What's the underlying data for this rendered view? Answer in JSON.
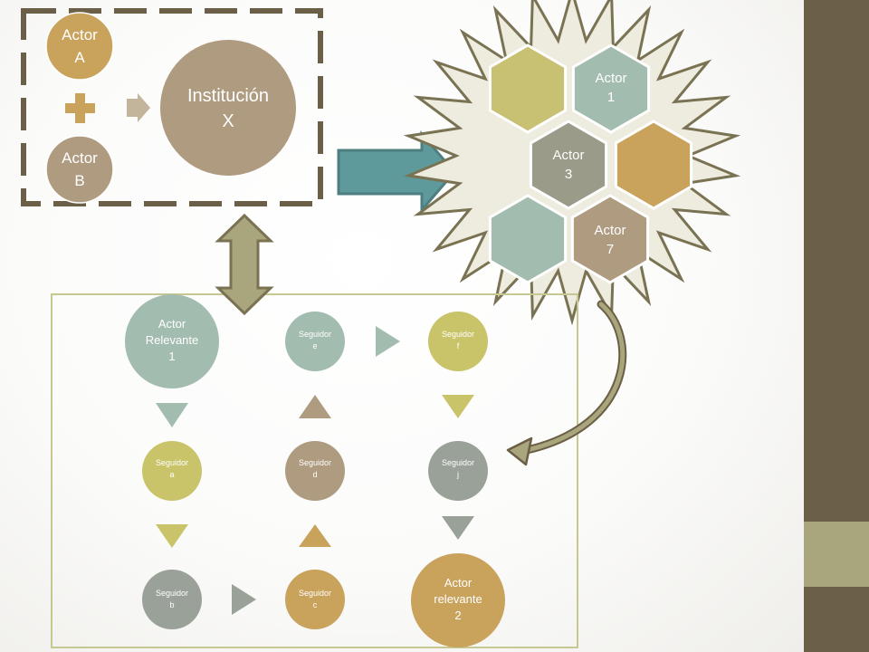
{
  "top_group": {
    "actor_a": [
      "Actor",
      "A"
    ],
    "actor_b": [
      "Actor",
      "B"
    ],
    "institution": [
      "Institución",
      "X"
    ]
  },
  "burst": {
    "hexes": [
      {
        "lines": [],
        "color": "#c9c172"
      },
      {
        "lines": [
          "Actor",
          "1"
        ],
        "color": "#a3bcb0"
      },
      {
        "lines": [
          "Actor",
          "3"
        ],
        "color": "#9a9b88"
      },
      {
        "lines": [],
        "color": "#c9a25c"
      },
      {
        "lines": [],
        "color": "#a3bcb0"
      },
      {
        "lines": [
          "Actor",
          "7"
        ],
        "color": "#ae9b80"
      }
    ]
  },
  "flow": {
    "nodes": [
      {
        "id": "ar1",
        "lines": [
          "Actor",
          "Relevante",
          "1"
        ],
        "color": "#a3bcb0"
      },
      {
        "id": "sa",
        "lines": [
          "Seguidor",
          "a"
        ],
        "color": "#c9c46a"
      },
      {
        "id": "sb",
        "lines": [
          "Seguidor",
          "b"
        ],
        "color": "#9aa199"
      },
      {
        "id": "sc",
        "lines": [
          "Seguidor",
          "c"
        ],
        "color": "#c9a25c"
      },
      {
        "id": "sd",
        "lines": [
          "Seguidor",
          "d"
        ],
        "color": "#ae9b80"
      },
      {
        "id": "se",
        "lines": [
          "Seguidor",
          "e"
        ],
        "color": "#a3bcb0"
      },
      {
        "id": "sf",
        "lines": [
          "Seguidor",
          "f"
        ],
        "color": "#c9c46a"
      },
      {
        "id": "sj",
        "lines": [
          "Seguidor",
          "j"
        ],
        "color": "#9aa199"
      },
      {
        "id": "ar2",
        "lines": [
          "Actor",
          "relevante",
          "2"
        ],
        "color": "#c9a25c"
      }
    ]
  },
  "colors": {
    "dark": "#6b5f47",
    "olive": "#a9a57c",
    "teal": "#5e9a9b",
    "box_border": "#c7c891"
  }
}
